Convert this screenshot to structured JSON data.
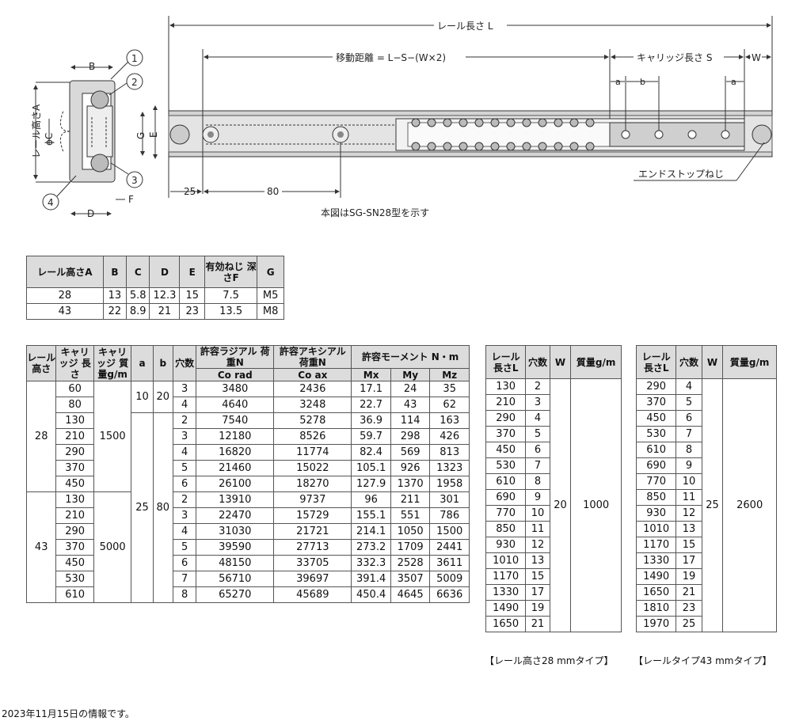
{
  "drawing": {
    "rail_length_label": "レール長さ L",
    "travel_label": "移動距離 = L−S−(W×2)",
    "carriage_length_label": "キャリッジ長さ S",
    "w_label": "W",
    "a_label": "a",
    "b_label": "b",
    "dim_25": "25",
    "dim_80": "80",
    "end_stop_label": "エンドストップねじ",
    "model_note": "本図はSG-SN28型を示す",
    "section": {
      "rail_height_label": "レール高さA",
      "B": "B",
      "C": "ϕC",
      "D": "D",
      "E": "E",
      "F": "F",
      "G": "G",
      "callouts": [
        "1",
        "2",
        "3",
        "4"
      ]
    }
  },
  "table_dims": {
    "headers": [
      "レール高さA",
      "B",
      "C",
      "D",
      "E",
      "有効ねじ 深さF",
      "G"
    ],
    "rows": [
      [
        "28",
        "13",
        "5.8",
        "12.3",
        "15",
        "7.5",
        "M5"
      ],
      [
        "43",
        "22",
        "8.9",
        "21",
        "23",
        "13.5",
        "M8"
      ]
    ]
  },
  "table_loads": {
    "headers": {
      "rail_height": "レール 高さ",
      "carriage_length": "キャリッジ 長さ",
      "carriage_mass": "キャリッジ 質量g/m",
      "a": "a",
      "b": "b",
      "holes": "穴数",
      "radial": "許容ラジアル 荷重N",
      "radial_sub": "Co rad",
      "axial": "許容アキシアル 荷重N",
      "axial_sub": "Co ax",
      "moment": "許容モーメント N・m",
      "mx": "Mx",
      "my": "My",
      "mz": "Mz"
    },
    "groups": [
      {
        "height": "28",
        "mass": "1500",
        "lengths": [
          "60",
          "80",
          "130",
          "210",
          "290",
          "370",
          "450"
        ]
      },
      {
        "height": "43",
        "mass": "5000",
        "lengths": [
          "130",
          "210",
          "290",
          "370",
          "450",
          "530",
          "610"
        ]
      }
    ],
    "ab": [
      {
        "a": "10",
        "b": "20"
      },
      {
        "a": "25",
        "b": "80"
      }
    ],
    "rows": [
      [
        "3",
        "3480",
        "2436",
        "17.1",
        "24",
        "35"
      ],
      [
        "4",
        "4640",
        "3248",
        "22.7",
        "43",
        "62"
      ],
      [
        "2",
        "7540",
        "5278",
        "36.9",
        "114",
        "163"
      ],
      [
        "3",
        "12180",
        "8526",
        "59.7",
        "298",
        "426"
      ],
      [
        "4",
        "16820",
        "11774",
        "82.4",
        "569",
        "813"
      ],
      [
        "5",
        "21460",
        "15022",
        "105.1",
        "926",
        "1323"
      ],
      [
        "6",
        "26100",
        "18270",
        "127.9",
        "1370",
        "1958"
      ],
      [
        "2",
        "13910",
        "9737",
        "96",
        "211",
        "301"
      ],
      [
        "3",
        "22470",
        "15729",
        "155.1",
        "551",
        "786"
      ],
      [
        "4",
        "31030",
        "21721",
        "214.1",
        "1050",
        "1500"
      ],
      [
        "5",
        "39590",
        "27713",
        "273.2",
        "1709",
        "2441"
      ],
      [
        "6",
        "48150",
        "33705",
        "332.3",
        "2528",
        "3611"
      ],
      [
        "7",
        "56710",
        "39697",
        "391.4",
        "3507",
        "5009"
      ],
      [
        "8",
        "65270",
        "45689",
        "450.4",
        "4645",
        "6636"
      ]
    ]
  },
  "table_rail28": {
    "headers": [
      "レール 長さL",
      "穴数",
      "W",
      "質量g/m"
    ],
    "rows": [
      [
        "130",
        "2"
      ],
      [
        "210",
        "3"
      ],
      [
        "290",
        "4"
      ],
      [
        "370",
        "5"
      ],
      [
        "450",
        "6"
      ],
      [
        "530",
        "7"
      ],
      [
        "610",
        "8"
      ],
      [
        "690",
        "9"
      ],
      [
        "770",
        "10"
      ],
      [
        "850",
        "11"
      ],
      [
        "930",
        "12"
      ],
      [
        "1010",
        "13"
      ],
      [
        "1170",
        "15"
      ],
      [
        "1330",
        "17"
      ],
      [
        "1490",
        "19"
      ],
      [
        "1650",
        "21"
      ]
    ],
    "w": "20",
    "mass": "1000",
    "caption": "【レール高さ28 mmタイプ】"
  },
  "table_rail43": {
    "headers": [
      "レール 長さL",
      "穴数",
      "W",
      "質量g/m"
    ],
    "rows": [
      [
        "290",
        "4"
      ],
      [
        "370",
        "5"
      ],
      [
        "450",
        "6"
      ],
      [
        "530",
        "7"
      ],
      [
        "610",
        "8"
      ],
      [
        "690",
        "9"
      ],
      [
        "770",
        "10"
      ],
      [
        "850",
        "11"
      ],
      [
        "930",
        "12"
      ],
      [
        "1010",
        "13"
      ],
      [
        "1170",
        "15"
      ],
      [
        "1330",
        "17"
      ],
      [
        "1490",
        "19"
      ],
      [
        "1650",
        "21"
      ],
      [
        "1810",
        "23"
      ],
      [
        "1970",
        "25"
      ]
    ],
    "w": "25",
    "mass": "2600",
    "caption": "【レールタイプ43 mmタイプ】"
  },
  "footer_note": "2023年11月15日の情報です。"
}
